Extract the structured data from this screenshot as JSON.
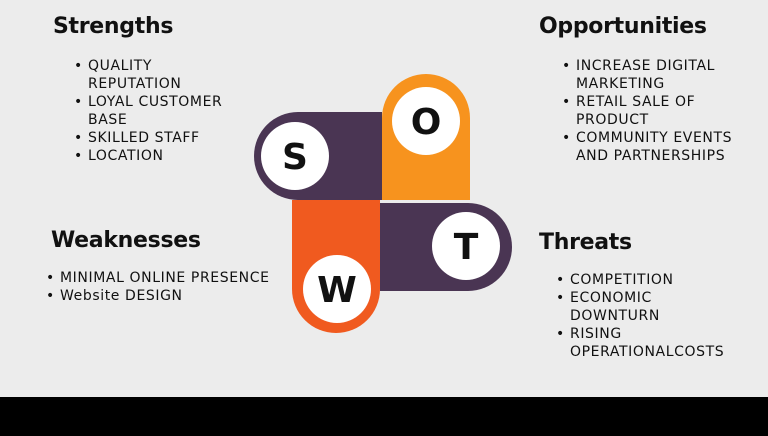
{
  "colors": {
    "purple": "#4a3553",
    "orange": "#f7931e",
    "red_orange": "#f05a1f",
    "background": "#ececec",
    "text": "#111111"
  },
  "quadrants": {
    "strengths": {
      "title": "Strengths",
      "items": [
        "QUALITY REPUTATION",
        "LOYAL CUSTOMER BASE",
        "SKILLED STAFF",
        "LOCATION"
      ]
    },
    "opportunities": {
      "title": "Opportunities",
      "items": [
        "INCREASE DIGITAL MARKETING",
        "RETAIL SALE OF PRODUCT",
        "COMMUNITY EVENTS AND PARTNERSHIPS"
      ]
    },
    "weaknesses": {
      "title": "Weaknesses",
      "items": [
        "MINIMAL ONLINE PRESENCE",
        "Website DESIGN"
      ]
    },
    "threats": {
      "title": "Threats",
      "items": [
        "COMPETITION",
        "ECONOMIC DOWNTURN",
        "RISING OPERATIONALCOSTS"
      ]
    }
  },
  "graphic": {
    "letter_s": "S",
    "letter_o": "O",
    "letter_w": "W",
    "letter_t": "T"
  }
}
